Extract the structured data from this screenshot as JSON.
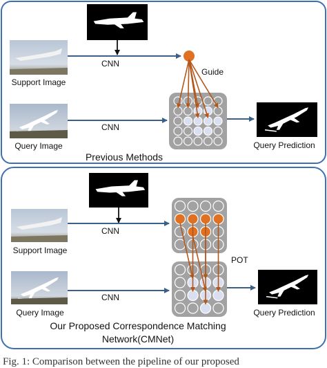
{
  "top_panel": {
    "cnn_upper": "CNN",
    "cnn_lower": "CNN",
    "guide": "Guide",
    "support_label": "Support Image",
    "query_label": "Query Image",
    "prediction_label": "Query Prediction",
    "caption": "Previous Methods"
  },
  "bottom_panel": {
    "cnn_upper": "CNN",
    "cnn_lower": "CNN",
    "pot": "POT",
    "support_label": "Support Image",
    "query_label": "Query Image",
    "prediction_label": "Query Prediction",
    "caption_line1": "Our Proposed  Correspondence Matching",
    "caption_line2": "Network(CMNet)"
  },
  "figure_caption": "Fig. 1: Comparison between the pipeline of our proposed",
  "colors": {
    "panel_border": "#3d6fb3",
    "arrow": "#3a5f88",
    "node_orange": "#e07122",
    "guide_arrow": "#b3571a",
    "grid_box": "#a2a2a2",
    "circle_fill_light": "#d9dff0"
  }
}
